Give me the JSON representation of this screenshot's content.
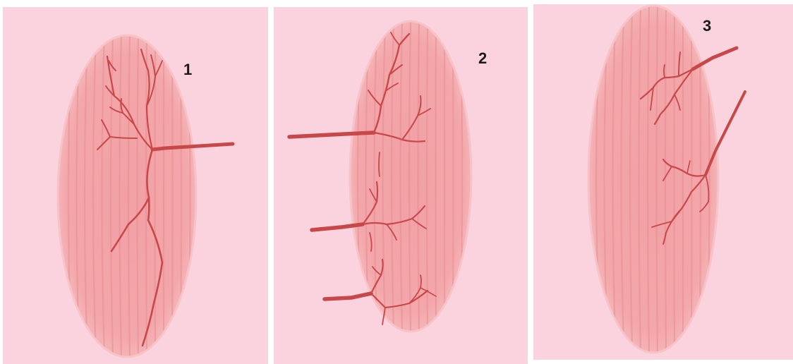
{
  "colors": {
    "panel_background": "#fbd3de",
    "muscle_fill": "#f3a3a6",
    "muscle_edge": "#f7c2c6",
    "fascicle_stripe": "#e78f93",
    "vessel": "#c8484a",
    "label_text": "#1a1a1a"
  },
  "panels": [
    {
      "label": "1"
    },
    {
      "label": "2"
    },
    {
      "label": "3"
    }
  ]
}
